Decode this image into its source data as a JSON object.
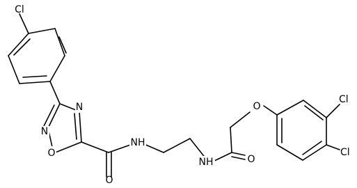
{
  "molecule": {
    "atom_labels": {
      "cl_top": "Cl",
      "n_ring_top": "N",
      "n_ring_bottom": "N",
      "o_ring": "O",
      "amide_nh_1": "NH",
      "amide_o_1": "O",
      "amide_nh_2": "NH",
      "amide_o_2": "O",
      "ether_o": "O",
      "cl_right_top": "Cl",
      "cl_right_bottom": "Cl"
    }
  }
}
